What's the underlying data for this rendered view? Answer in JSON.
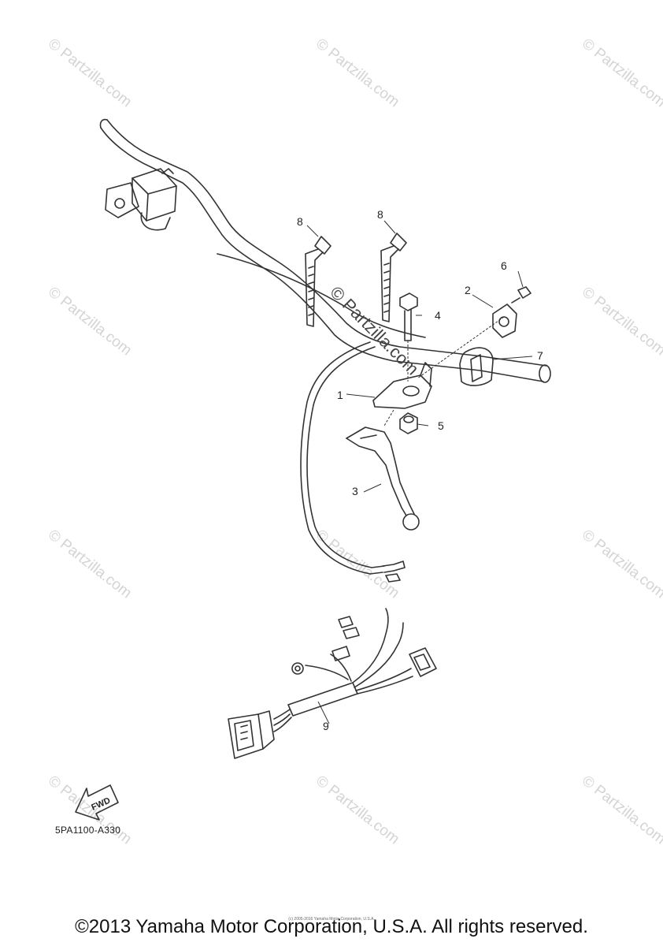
{
  "watermark": {
    "text": "© Partzilla.com"
  },
  "center_watermark": "© Partzilla.com",
  "callouts": {
    "c1": "1",
    "c2": "2",
    "c3": "3",
    "c4": "4",
    "c5": "5",
    "c6": "6",
    "c7": "7",
    "c8a": "8",
    "c8b": "8",
    "c9": "9"
  },
  "fwd_label": "FWD",
  "doc_code": "5PA1100-A330",
  "small_copyright": "(c) 2005-2016 Yamaha Motor Corporation, U.S.A.",
  "copyright": "©2013 Yamaha Motor Corporation, U.S.A. All rights reserved."
}
